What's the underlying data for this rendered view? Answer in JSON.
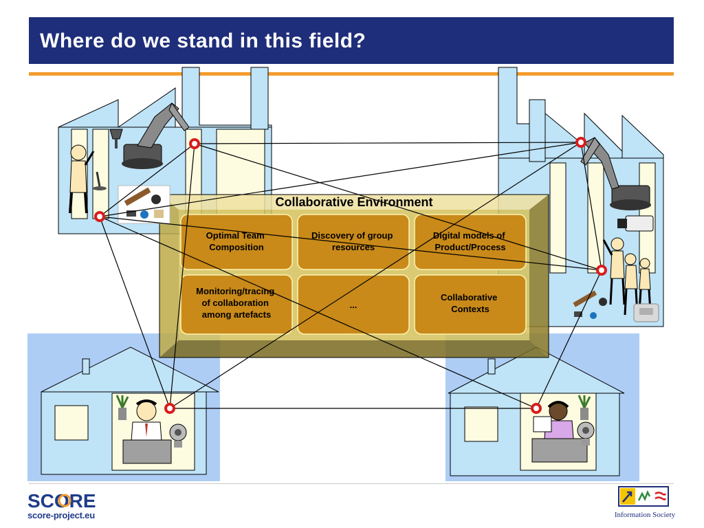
{
  "slide": {
    "title": "Where do we stand in this field?",
    "collab_title": "Collaborative Environment",
    "cells": [
      "Optimal Team Composition",
      "Discovery of group resources",
      "Digital models of Product/Process",
      "Monitoring/tracing of collaboration among artefacts",
      "...",
      "Collaborative Contexts"
    ]
  },
  "footer": {
    "score_logo_text": "SCORE",
    "score_url": "score-project.eu",
    "ist_label": "Information Society"
  },
  "colors": {
    "title_bar": "#1f2e7a",
    "accent_rule": "#f39c2d",
    "building_fill": "#bfe3f7",
    "panel_fill": "#d4c15a",
    "cell_fill": "#c98a19",
    "node_ring": "#d91c1c"
  },
  "icons": [
    "robot-arm-icon",
    "person-icon",
    "materials-icon",
    "desk-worker-icon",
    "webcam-icon",
    "plant-icon",
    "ist-logo-icon"
  ]
}
